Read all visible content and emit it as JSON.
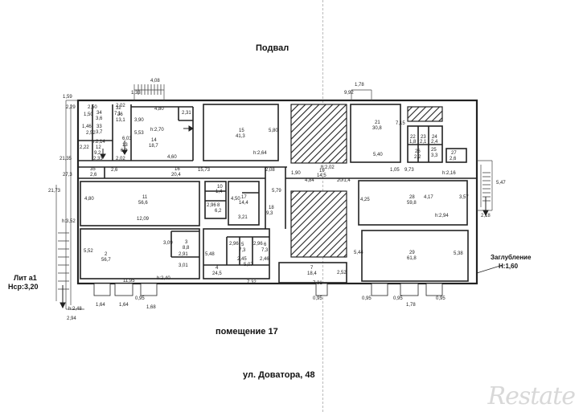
{
  "title": "Подвал",
  "caption_premise": "помещение 17",
  "caption_address": "ул. Доватора, 48",
  "lit_label": "Лит а1",
  "lit_height": "Нср:3,20",
  "depth_label": "Заглубление",
  "depth_value": "H:1,60",
  "watermark": "Restate",
  "rooms": [
    {
      "id": "r11",
      "num": "11",
      "area": "56,6"
    },
    {
      "id": "r2",
      "num": "2",
      "area": "56,7"
    },
    {
      "id": "r3",
      "num": "3",
      "area": "8,8"
    },
    {
      "id": "r4",
      "num": "4",
      "area": "24,5"
    },
    {
      "id": "r5",
      "num": "5",
      "area": "7,3"
    },
    {
      "id": "r6",
      "num": "6",
      "area": "7,3"
    },
    {
      "id": "r7",
      "num": "7",
      "area": "18,4"
    },
    {
      "id": "r8",
      "num": "8",
      "area": "6,2"
    },
    {
      "id": "r10",
      "num": "10",
      "area": "1,4"
    },
    {
      "id": "r17",
      "num": "17",
      "area": "14,4"
    },
    {
      "id": "r18",
      "num": "18",
      "area": "9,3"
    },
    {
      "id": "r15",
      "num": "15",
      "area": "41,3"
    },
    {
      "id": "r14",
      "num": "14",
      "area": "18,7"
    },
    {
      "id": "r36",
      "num": "36",
      "area": "13,1"
    },
    {
      "id": "r13",
      "num": "13",
      "area": "6,3"
    },
    {
      "id": "r12",
      "num": "12",
      "area": "9,2"
    },
    {
      "id": "r33",
      "num": "33",
      "area": "3,7"
    },
    {
      "id": "r34",
      "num": "34",
      "area": "3,6"
    },
    {
      "id": "r32",
      "num": "32",
      "area": "7,1"
    },
    {
      "id": "r35",
      "num": "35",
      "area": "2,6"
    },
    {
      "id": "r16",
      "num": "16",
      "area": "20,4"
    },
    {
      "id": "r19",
      "num": "19",
      "area": "14,5"
    },
    {
      "id": "r21",
      "num": "21",
      "area": "30,8"
    },
    {
      "id": "r28",
      "num": "28",
      "area": "59,8"
    },
    {
      "id": "r29",
      "num": "29",
      "area": "61,8"
    },
    {
      "id": "r27",
      "num": "27",
      "area": "2,6"
    },
    {
      "id": "r22",
      "num": "22",
      "area": "1,8"
    },
    {
      "id": "r23",
      "num": "23",
      "area": "2,1"
    },
    {
      "id": "r24",
      "num": "24",
      "area": "2,4"
    },
    {
      "id": "r25",
      "num": "25",
      "area": "3,3"
    },
    {
      "id": "r26",
      "num": "26",
      "area": "2,2"
    }
  ],
  "dims": [
    "4,08",
    "1,33",
    "1,78",
    "9,92",
    "1,59",
    "2,29",
    "21,35",
    "21,73",
    "27,3",
    "h:3,52",
    "1,50",
    "2,50",
    "1,46",
    "2,52",
    "2,22",
    "2,33",
    "2,02",
    "h:2,14",
    "2,02",
    "6,03",
    "3,90",
    "5,53",
    "4,80",
    "h:2,70",
    "4,60",
    "2,31",
    "5,80",
    "h:2,64",
    "7,15",
    "5,40",
    "h:2,16",
    "9,73",
    "1,05",
    "5,47",
    "3,57",
    "2,18",
    "2,6",
    "15,73",
    "2,08",
    "1,90",
    "h:2,02",
    "4,84",
    "20/1,4",
    "4,25",
    "4,17",
    "h:2,94",
    "4,80",
    "12,09",
    "2,96",
    "4,50",
    "3,21",
    "5,79",
    "5,52",
    "3,09",
    "2,91",
    "3,01",
    "h:2,40",
    "11,95",
    "5,48",
    "2,96",
    "2,96",
    "2,45",
    "2,46",
    "5,07",
    "7,32",
    "7,31",
    "2,52",
    "5,44",
    "5,38",
    "1,64",
    "1,64",
    "1,68",
    "0,95",
    "2,94",
    "h:2,48",
    "0,95",
    "0,95",
    "1,78",
    "0,95",
    "0,95"
  ]
}
